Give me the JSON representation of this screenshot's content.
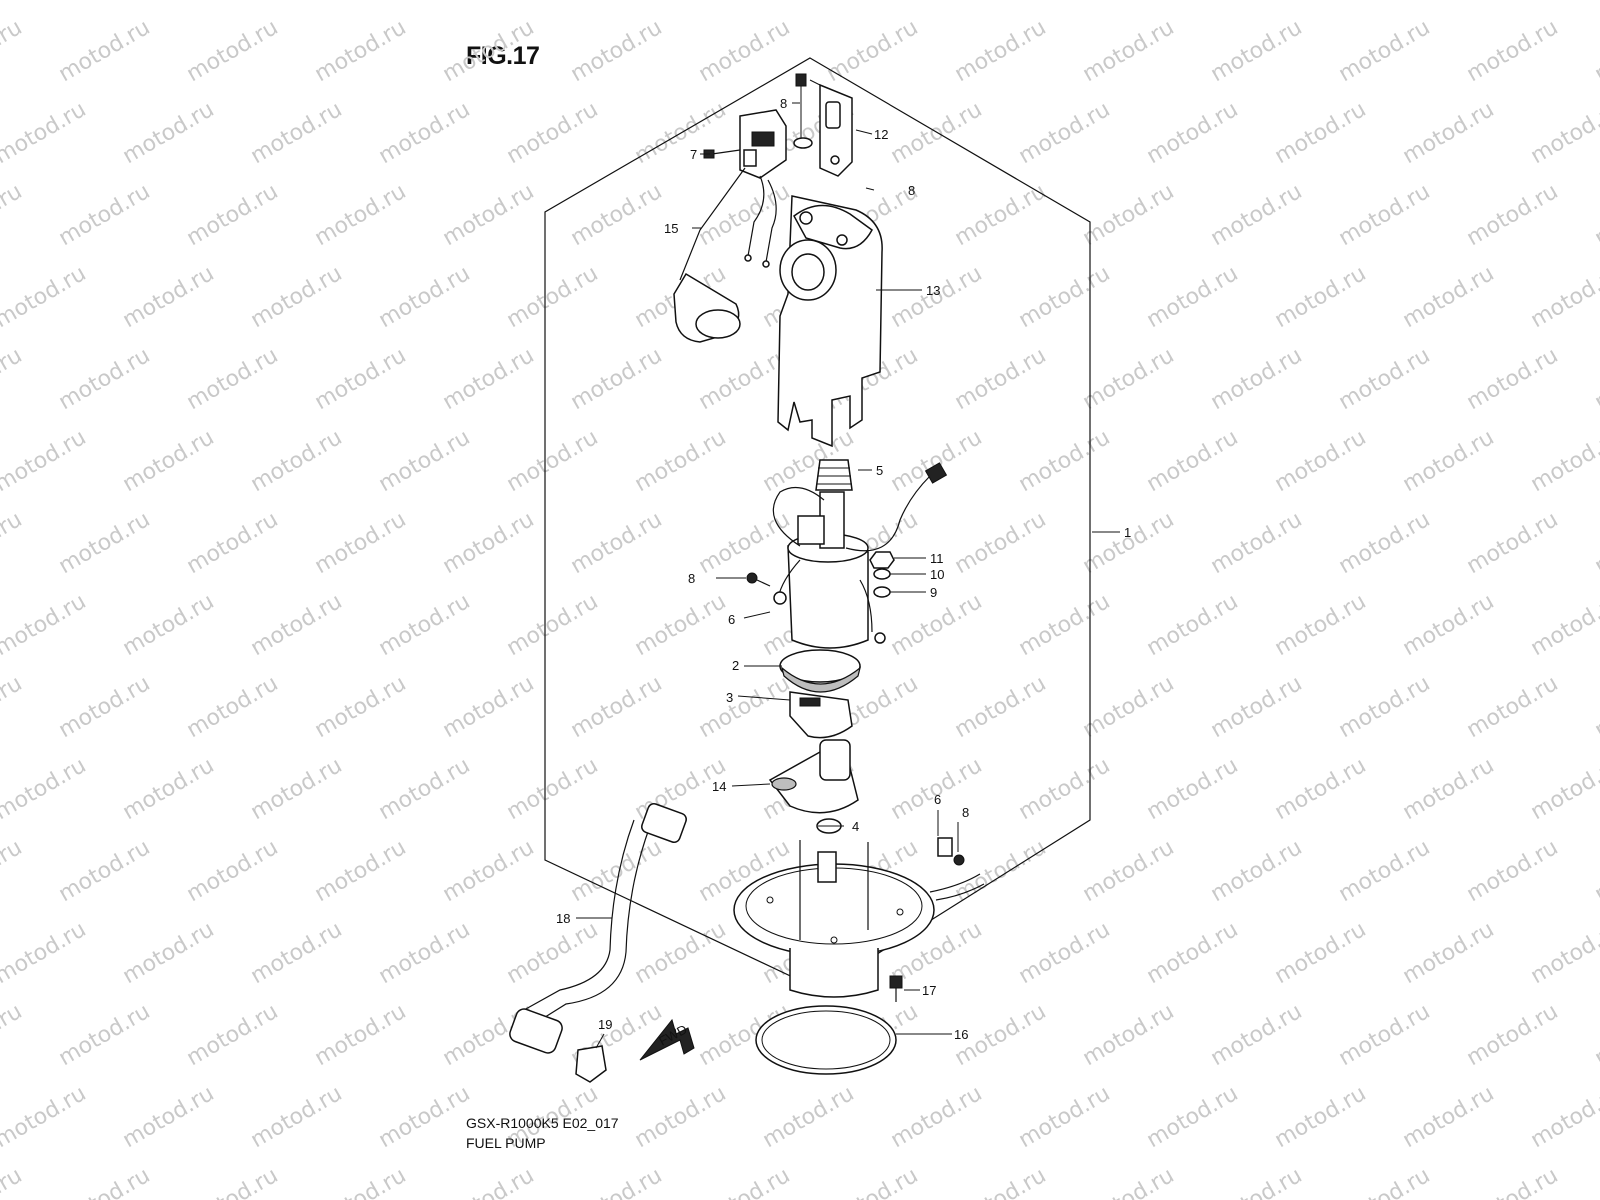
{
  "figure": {
    "title": "FIG.17",
    "model_code": "GSX-R1000K5 E02_017",
    "section_name": "FUEL PUMP",
    "watermark": "motod.ru",
    "fwd_label": "FWD"
  },
  "callouts": [
    "1",
    "2",
    "3",
    "4",
    "5",
    "6",
    "6",
    "7",
    "8",
    "8",
    "8",
    "8",
    "9",
    "10",
    "11",
    "12",
    "13",
    "14",
    "15",
    "16",
    "17",
    "18",
    "19"
  ]
}
